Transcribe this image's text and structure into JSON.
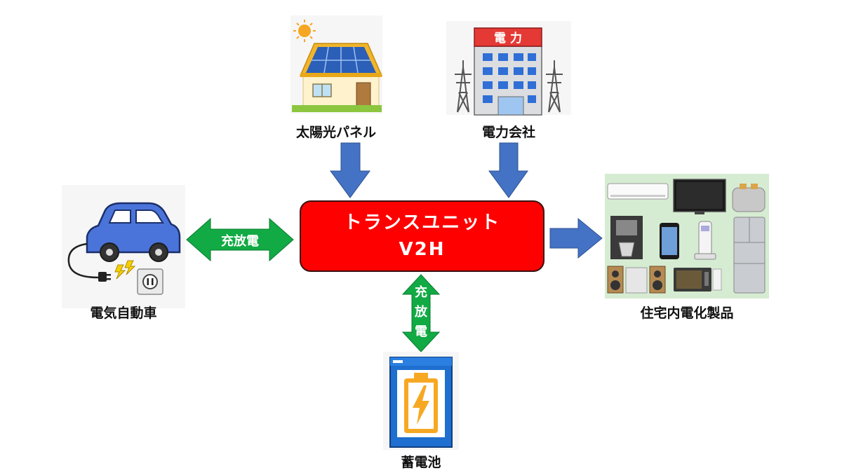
{
  "hub": {
    "line1": "トランスユニット",
    "line2": "V2H"
  },
  "sources": {
    "solar": "太陽光パネル",
    "utility": "電力会社",
    "utility_sign": "電 力"
  },
  "ev": {
    "label": "電気自動車"
  },
  "appliances": {
    "label": "住宅内電化製品"
  },
  "battery": {
    "label": "蓄電池"
  },
  "flows": {
    "ev_charge_discharge": "充放電",
    "battery_charge_discharge": [
      "充",
      "放",
      "電"
    ]
  },
  "colors": {
    "hub_fill": "#ff0000",
    "flow_arrow": "#4472c4",
    "bidirectional_arrow": "#11aa44",
    "appliance_bg": "#d6ecd2",
    "battery_body": "#1e6fd0",
    "battery_cell": "#f7a823"
  }
}
